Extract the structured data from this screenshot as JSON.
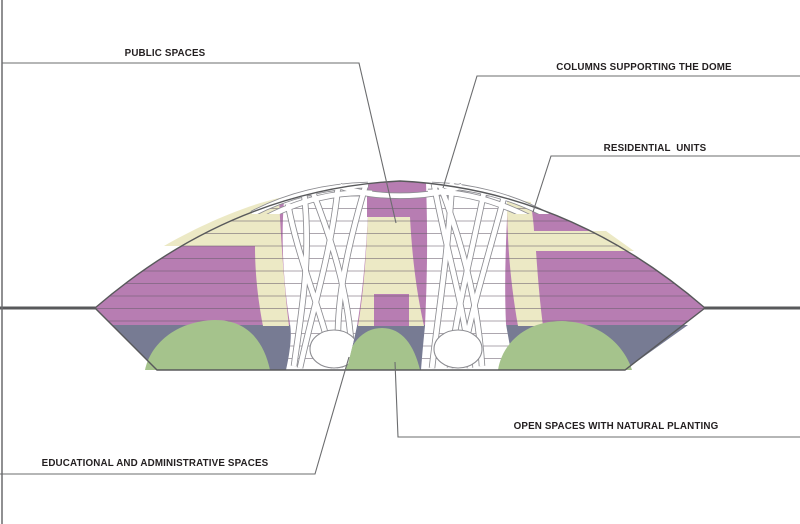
{
  "diagram": {
    "type": "architectural dome section",
    "labels": {
      "public_spaces": "PUBLIC SPACES",
      "columns": "COLUMNS SUPPORTING THE DOME",
      "residential": "RESIDENTIAL  UNITS",
      "open_spaces": "OPEN SPACES WITH NATURAL PLANTING",
      "educational": "EDUCATIONAL AND ADMINISTRATIVE SPACES"
    },
    "regions": [
      {
        "name": "Public spaces",
        "color": "#ece9c5"
      },
      {
        "name": "Residential units",
        "color": "#b77db2"
      },
      {
        "name": "Columns supporting the dome",
        "color": "#ffffff"
      },
      {
        "name": "Open spaces with natural planting",
        "color": "#a5c38c"
      },
      {
        "name": "Educational and administrative spaces",
        "color": "#777b93"
      }
    ],
    "colors": {
      "purple": "#b77db2",
      "cream": "#ece9c5",
      "slate": "#777b93",
      "green": "#a5c38c",
      "white": "#ffffff",
      "outline": "#58595b",
      "ground": "#58595b",
      "leader": "#6b6c6e",
      "floor_line": "#6a5f6d",
      "column_outline": "#8d8d92",
      "text": "#231f20",
      "background": "#ffffff"
    }
  }
}
